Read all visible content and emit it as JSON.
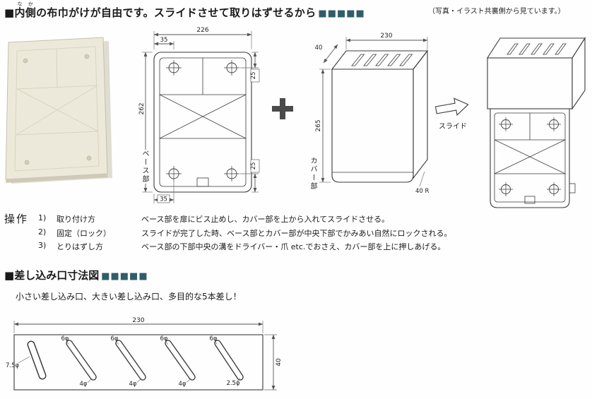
{
  "header": {
    "bullet": "■",
    "ruby_base": "内側",
    "ruby_text": "なか",
    "title_rest": "の布巾がけが自由です。スライドさせて取りはずせるから",
    "title_blocks": "■■■■■",
    "note": "（写真・イラスト共裏側から見ています。）"
  },
  "figures": {
    "base": {
      "label": "ベース部",
      "dim_width": "226",
      "dim_offset_top": "35",
      "dim_height": "262",
      "dim_hole_top": "25",
      "dim_hole_bottom": "25",
      "dim_offset_bottom": "35"
    },
    "cover": {
      "label": "カバー部",
      "dim_width": "230",
      "dim_depth": "40",
      "dim_height": "265",
      "dim_radius": "40 R"
    },
    "slide_label": "スライド"
  },
  "operation": {
    "label": "操作",
    "items": [
      {
        "num": "1)",
        "head": "取り付け方",
        "text": "ベース部を扉にビス止めし、カバー部を上から入れてスライドさせる。"
      },
      {
        "num": "2)",
        "head": "固定（ロック）",
        "text": "スライドが完了した時、ベース部とカバー部が中央下部でかみあい自然にロックされる。"
      },
      {
        "num": "3)",
        "head": "とりはずし方",
        "text": "ベース部の下部中央の溝をドライバー・爪 etc.でおさえ、カバー部を上に押しあげる。"
      }
    ]
  },
  "section2": {
    "bullet": "■",
    "title": "差し込み口寸法図",
    "title_blocks": "■■■■■",
    "subtitle": "小さい差し込み口、大きい差し込み口、多目的な5本差し！"
  },
  "slot_diagram": {
    "dim_width": "230",
    "dim_height": "40",
    "left_label": "7.5φ",
    "top_labels": [
      "6φ",
      "6φ",
      "6φ",
      "6φ"
    ],
    "bottom_labels": [
      "4φ",
      "4φ",
      "4φ"
    ],
    "right_label": "2.5φ"
  },
  "colors": {
    "line": "#3a3a3a",
    "accent_blocks": "#2f5d68",
    "photo_fill": "#ede9da"
  }
}
